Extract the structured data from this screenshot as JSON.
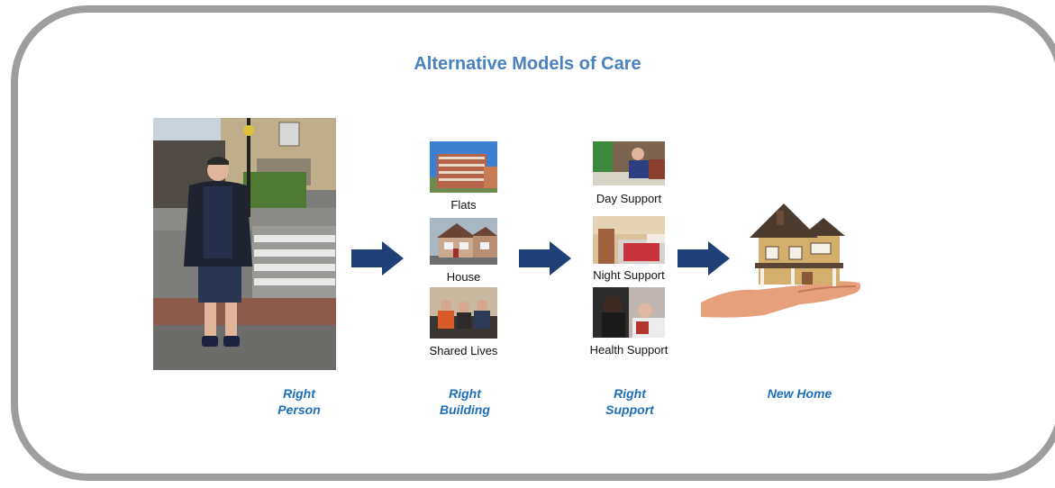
{
  "title": "Alternative Models of Care",
  "building": {
    "options": [
      "Flats",
      "House",
      "Shared Lives"
    ]
  },
  "support": {
    "options": [
      "Day Support",
      "Night Support",
      "Health Support"
    ]
  },
  "columns": {
    "person": [
      "Right",
      "Person"
    ],
    "building": [
      "Right",
      "Building"
    ],
    "support": [
      "Right",
      "Support"
    ],
    "home": [
      "New Home"
    ]
  },
  "colors": {
    "title": "#4a81bf",
    "column_label": "#1e6fb8",
    "arrow": "#1f3f77",
    "frame": "#9e9e9e"
  },
  "icons": [
    "arrow-right-icon",
    "house-in-hand-icon"
  ]
}
